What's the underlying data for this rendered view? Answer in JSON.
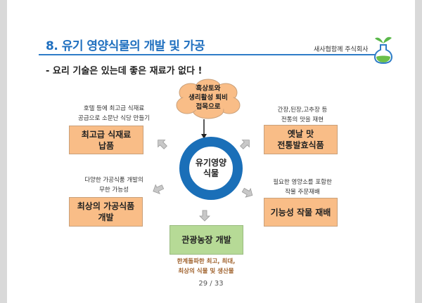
{
  "header": {
    "title": "8. 유기 영양식물의 개발 및 가공",
    "company": "새사협함께 주식회사",
    "logo": "flask-sprout-logo"
  },
  "subtitle": "- 요리 기술은 있는데  좋은 재료가 없다 !",
  "center": {
    "cloud": [
      "흑상토와",
      "생리활성 퇴비",
      "접목으로"
    ],
    "ring": [
      "유기영양",
      "식물"
    ]
  },
  "items": [
    {
      "note": [
        "호텔 등에 최고급 식재료",
        "공급으로 소문난 식당 만들기"
      ],
      "box": [
        "최고급 식재료",
        "납품"
      ]
    },
    {
      "note": [
        "간장,된장,고추장 등",
        "전통의 맛을 재현"
      ],
      "box": [
        "옛날 맛",
        "전통발효식품"
      ]
    },
    {
      "note": [
        "다양한 가공식품 개발의",
        "무한 가능성"
      ],
      "box": [
        "최상의 가공식품",
        "개발"
      ]
    },
    {
      "note": [
        "필요한 영양소를 포함한",
        "작물 주문재배"
      ],
      "box": [
        "기능성 작물 재배"
      ]
    },
    {
      "box": [
        "관광농장 개발"
      ],
      "note": [
        "한계돌파한 최고, 최대,",
        "최상의 식물 및 생산물"
      ]
    }
  ],
  "colors": {
    "title": "#1f6fbf",
    "ring": "#1a6fb8",
    "box": "#f9bd87",
    "green": "#b6da96",
    "cloud": "#f9bd87"
  },
  "page": "29 / 33"
}
